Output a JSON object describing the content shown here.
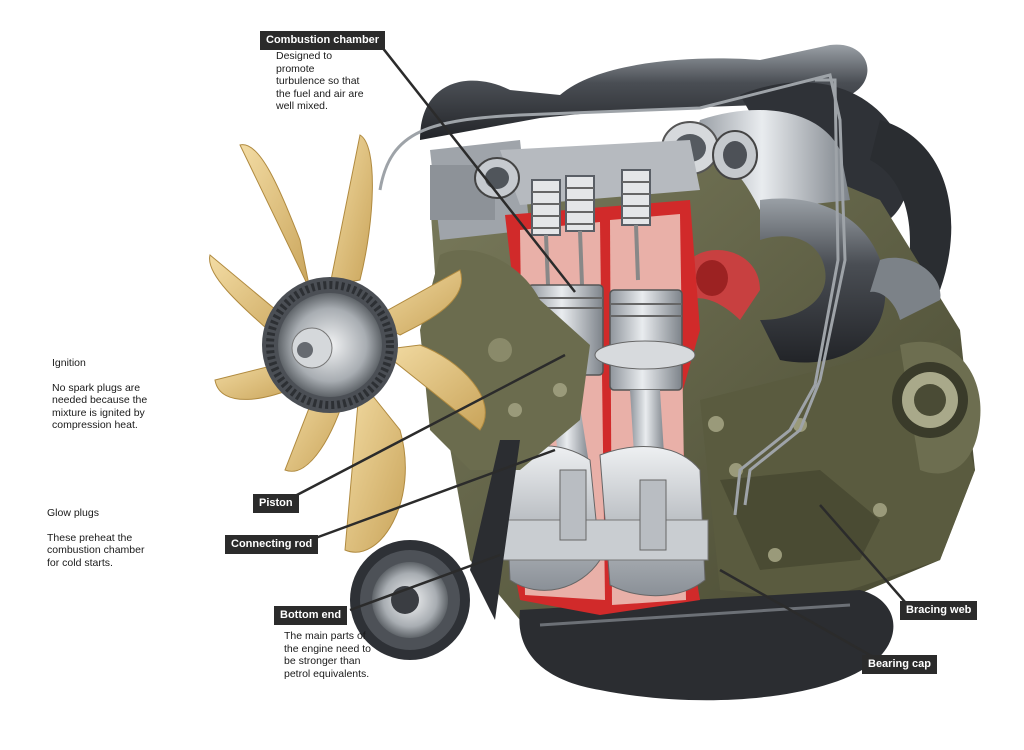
{
  "labels": {
    "combustion_chamber": {
      "title": "Combustion chamber",
      "text": "Designed to\npromote\nturbulence so that\nthe fuel and air are\nwell mixed."
    },
    "ignition": {
      "title": "Ignition",
      "text": "No spark plugs are\nneeded because the\nmixture is ignited by\ncompression heat."
    },
    "glow_plugs": {
      "title": "Glow plugs",
      "text": "These preheat the\ncombustion chamber\nfor cold starts."
    },
    "piston": "Piston",
    "connecting_rod": "Connecting rod",
    "bottom_end": {
      "title": "Bottom end",
      "text": "The main parts of\nthe engine need to\nbe stronger than\npetrol equivalents."
    },
    "bracing_web": "Bracing web",
    "bearing_cap": "Bearing cap"
  },
  "colors": {
    "block": "#5e5f45",
    "metal": "#c9cdd1",
    "dark_metal": "#3c3f44",
    "cutaway_red": "#d12a2a",
    "fan": "#e6c37a",
    "label_bg": "#2b2b2b"
  }
}
